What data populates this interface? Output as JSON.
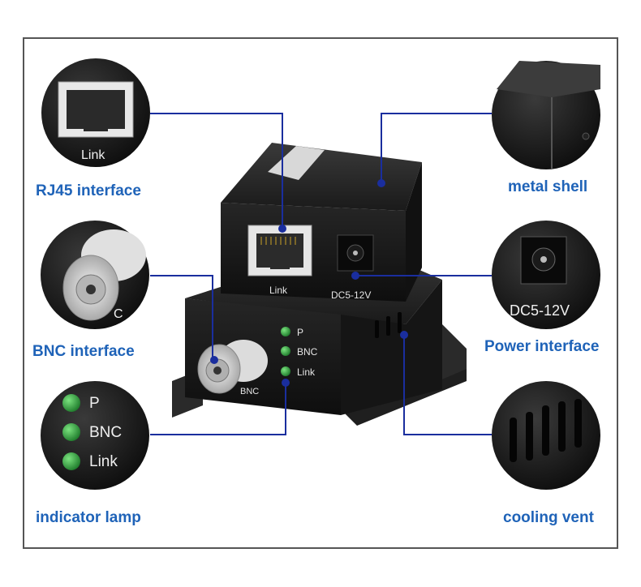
{
  "labels": {
    "rj45": "RJ45 interface",
    "metal": "metal shell",
    "bnc": "BNC interface",
    "power": "Power interface",
    "indicator": "indicator lamp",
    "cooling": "cooling vent"
  },
  "device": {
    "top_link": "Link",
    "top_dc": "DC5-12V",
    "bottom_p": "P",
    "bottom_bnc_led": "BNC",
    "bottom_link": "Link",
    "bottom_bnc_port": "BNC"
  },
  "zoom": {
    "rj45_link": "Link",
    "bnc_c": "C",
    "dc": "DC5-12V",
    "lamp_p": "P",
    "lamp_bnc": "BNC",
    "lamp_link": "Link"
  },
  "colors": {
    "label": "#1f63b8",
    "callout_line": "#1a2e9e",
    "led": "#2a9d3a",
    "device": "#1c1c1c"
  }
}
